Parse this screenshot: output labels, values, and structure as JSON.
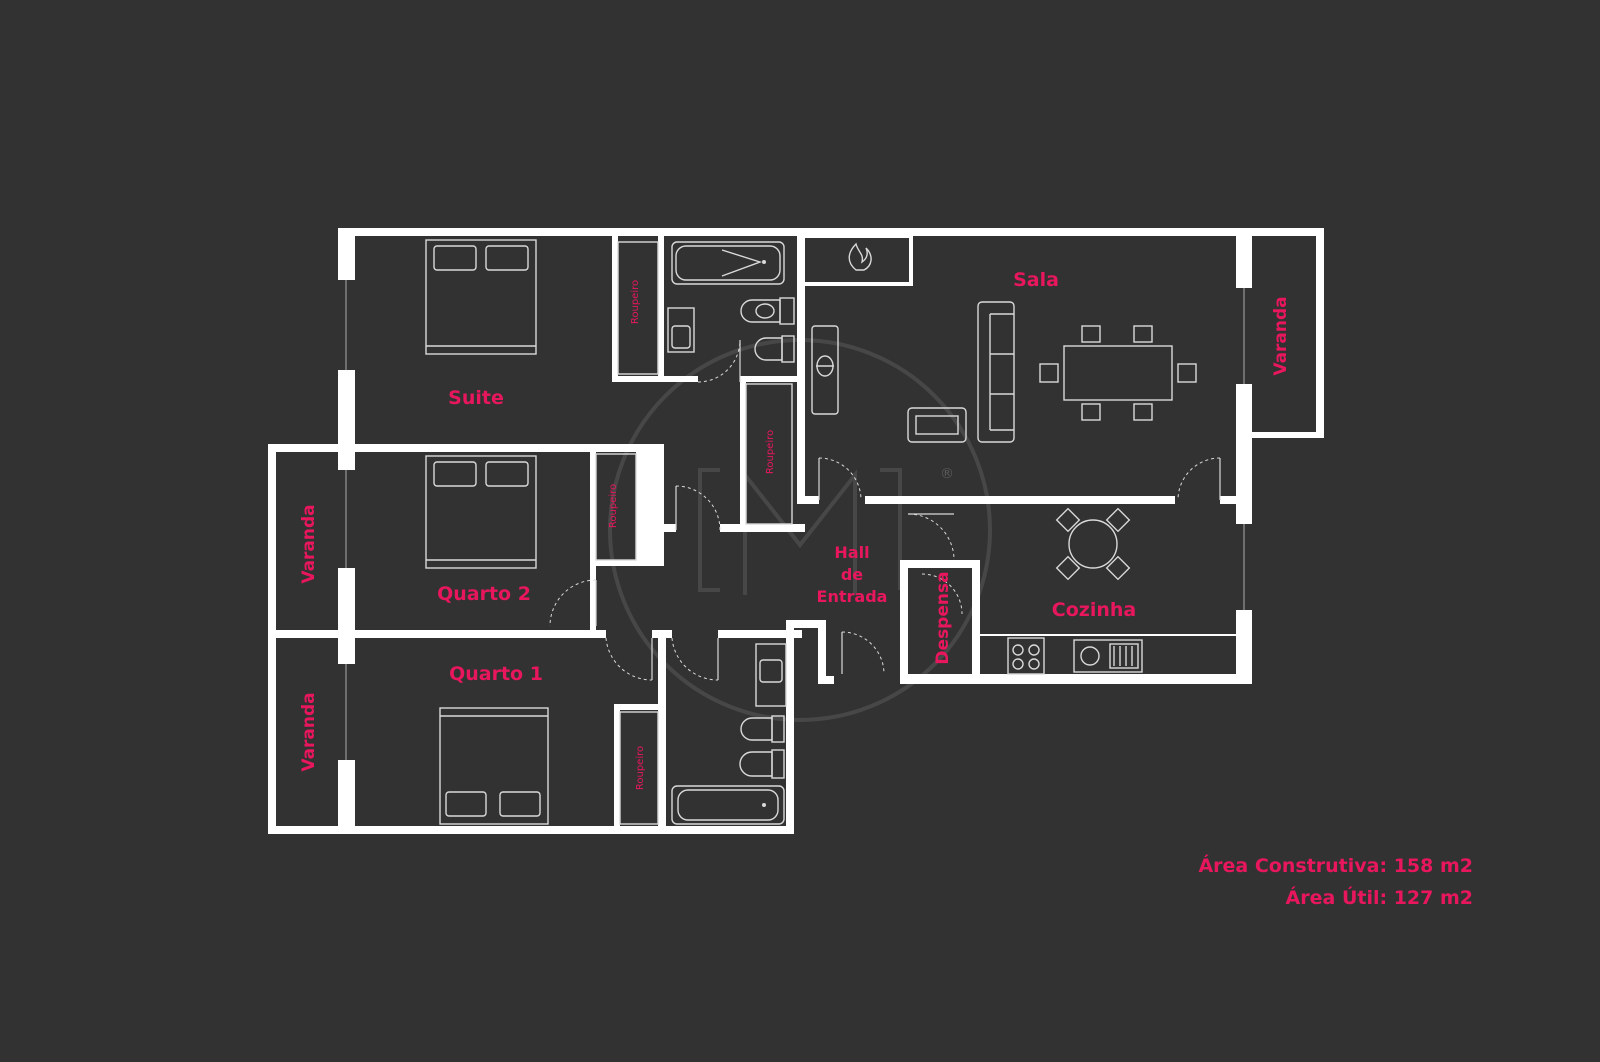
{
  "colors": {
    "background": "#323232",
    "walls": "#ffffff",
    "labels": "#e8175d",
    "furniture": "#d9d9d9"
  },
  "rooms": {
    "suite": "Suite",
    "quarto2": "Quarto 2",
    "quarto1": "Quarto 1",
    "sala": "Sala",
    "cozinha": "Cozinha",
    "hall_line1": "Hall",
    "hall_line2": "de",
    "hall_line3": "Entrada",
    "despensa": "Despensa",
    "varanda_sala": "Varanda",
    "varanda_q2": "Varanda",
    "varanda_q1": "Varanda",
    "roupeiro_suite": "Roupeiro",
    "roupeiro_hall": "Roupeiro",
    "roupeiro_q2": "Roupeiro",
    "roupeiro_q1": "Roupeiro"
  },
  "areas": {
    "construtiva": "Área Construtiva: 158 m2",
    "util": "Área Útil: 127 m2"
  },
  "watermark": {
    "registered_mark": "®"
  },
  "icons": [
    "fireplace-icon",
    "bed-icon",
    "bathtub-icon",
    "toilet-icon",
    "bidet-icon",
    "sink-icon",
    "sofa-icon",
    "armchair-icon",
    "dining-table-icon",
    "tv-icon",
    "stove-icon",
    "kitchen-sink-icon"
  ]
}
